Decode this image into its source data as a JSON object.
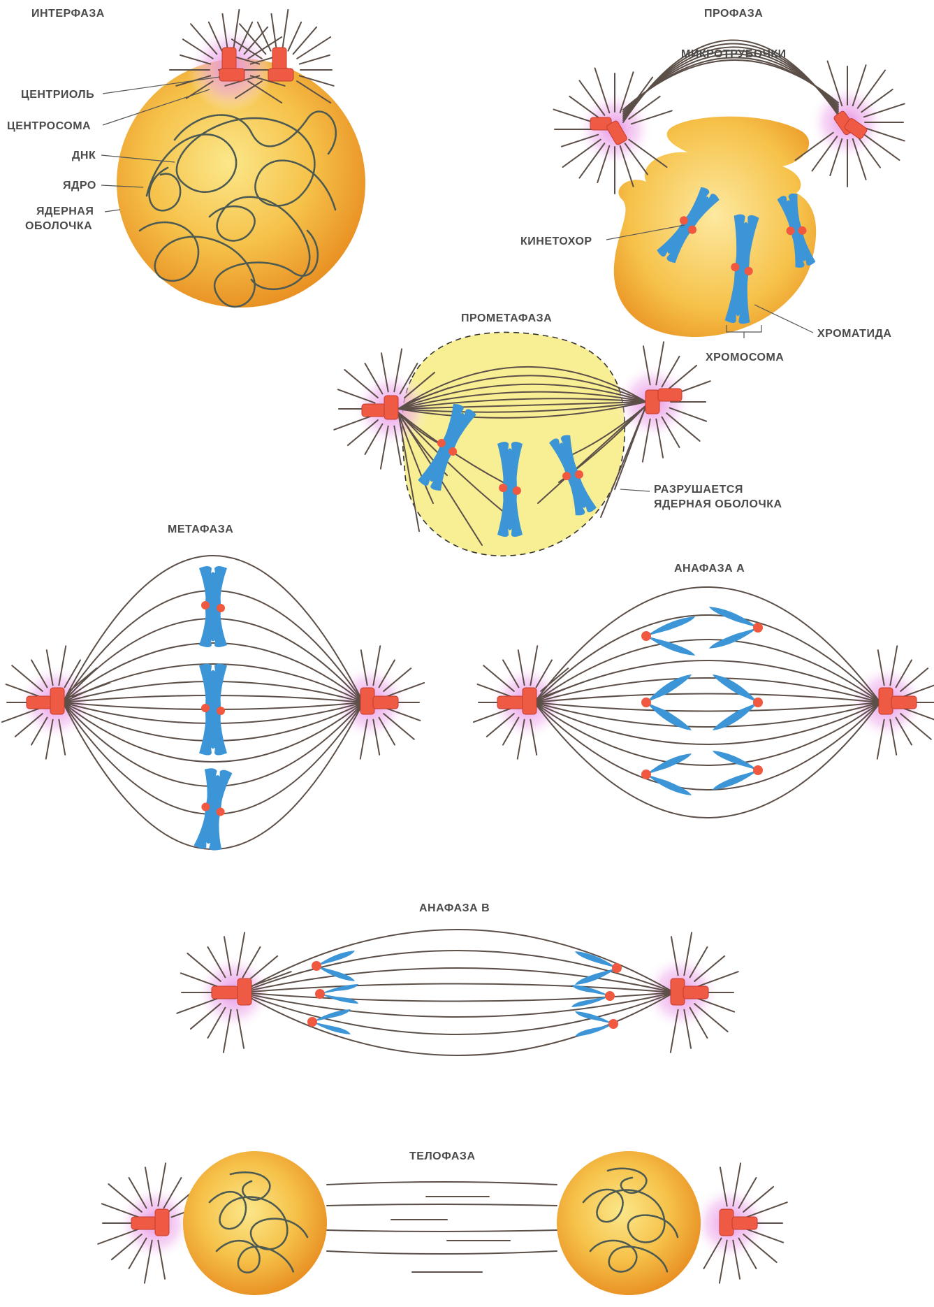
{
  "phases": {
    "interphase": "ИНТЕРФАЗА",
    "prophase": "ПРОФАЗА",
    "prometaphase": "ПРОМЕТАФАЗА",
    "metaphase": "МЕТАФАЗА",
    "anaphase_a": "АНАФАЗА А",
    "anaphase_b": "АНАФАЗА В",
    "telophase": "ТЕЛОФАЗА"
  },
  "labels": {
    "centriole": "ЦЕНТРИОЛЬ",
    "centrosome": "ЦЕНТРОСОМА",
    "dna": "ДНК",
    "nucleus": "ЯДРО",
    "nuclear_envelope_1": "ЯДЕРНАЯ",
    "nuclear_envelope_2": "ОБОЛОЧКА",
    "microtubules": "МИКРОТРУБОЧКИ",
    "kinetochore": "КИНЕТОХОР",
    "chromatid": "ХРОМАТИДА",
    "chromosome": "ХРОМОСОМА",
    "envelope_breaks_1": "РАЗРУШАЕТСЯ",
    "envelope_breaks_2": "ЯДЕРНАЯ ОБОЛОЧКА"
  },
  "colors": {
    "nucleus": "#f2b33d",
    "chromosome": "#3b95d6",
    "kinetochore": "#f0583f",
    "centrosome_glow": "#e58be0",
    "microtubule": "#5b4f48",
    "dissolving_envelope": "#f7ec88"
  }
}
